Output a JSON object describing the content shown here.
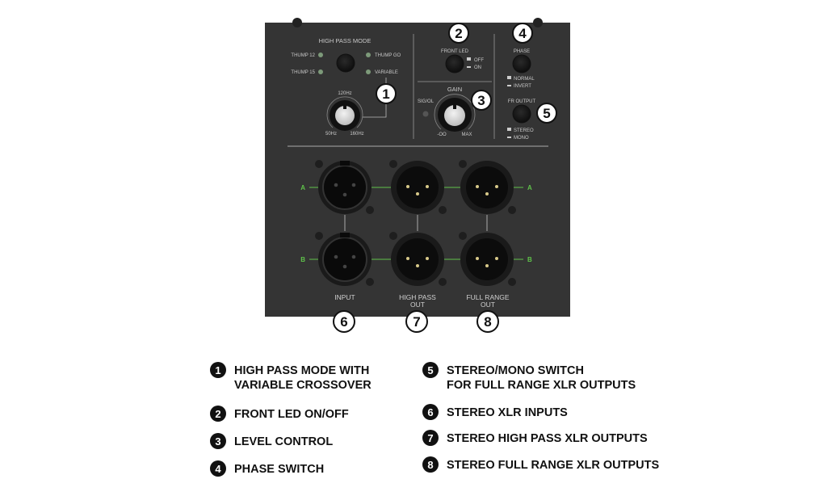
{
  "panel": {
    "high_pass_mode_title": "HIGH PASS MODE",
    "modes": [
      "THUMP 12",
      "THUMP 15",
      "THUMP GO",
      "VARIABLE"
    ],
    "crossover_labels": {
      "top": "120Hz",
      "left": "50Hz",
      "right": "160Hz"
    },
    "front_led": {
      "label": "FRONT LED",
      "off": "OFF",
      "on": "ON"
    },
    "gain": {
      "label": "GAIN",
      "sig_ol": "SIG/OL",
      "min": "-OO",
      "max": "MAX"
    },
    "phase": {
      "label": "PHASE",
      "normal": "NORMAL",
      "invert": "INVERT"
    },
    "fr_output": {
      "label": "FR OUTPUT",
      "stereo": "STEREO",
      "mono": "MONO"
    },
    "channels": {
      "a": "A",
      "b": "B"
    },
    "connectors": {
      "input": "INPUT",
      "high_pass_1": "HIGH PASS",
      "high_pass_2": "OUT",
      "full_range_1": "FULL RANGE",
      "full_range_2": "OUT"
    }
  },
  "callouts": [
    "1",
    "2",
    "3",
    "4",
    "5",
    "6",
    "7",
    "8"
  ],
  "legend": [
    {
      "num": "1",
      "lines": [
        "HIGH PASS MODE WITH",
        "VARIABLE CROSSOVER"
      ]
    },
    {
      "num": "2",
      "lines": [
        "FRONT LED ON/OFF"
      ]
    },
    {
      "num": "3",
      "lines": [
        "LEVEL CONTROL"
      ]
    },
    {
      "num": "4",
      "lines": [
        "PHASE SWITCH"
      ]
    },
    {
      "num": "5",
      "lines": [
        "STEREO/MONO SWITCH",
        "FOR FULL RANGE XLR OUTPUTS"
      ]
    },
    {
      "num": "6",
      "lines": [
        "STEREO XLR INPUTS"
      ]
    },
    {
      "num": "7",
      "lines": [
        "STEREO HIGH PASS XLR OUTPUTS"
      ]
    },
    {
      "num": "8",
      "lines": [
        "STEREO FULL RANGE XLR OUTPUTS"
      ]
    }
  ],
  "colors": {
    "panel": "#343434",
    "green": "#5fc24a",
    "led": "#7d9a7a"
  }
}
